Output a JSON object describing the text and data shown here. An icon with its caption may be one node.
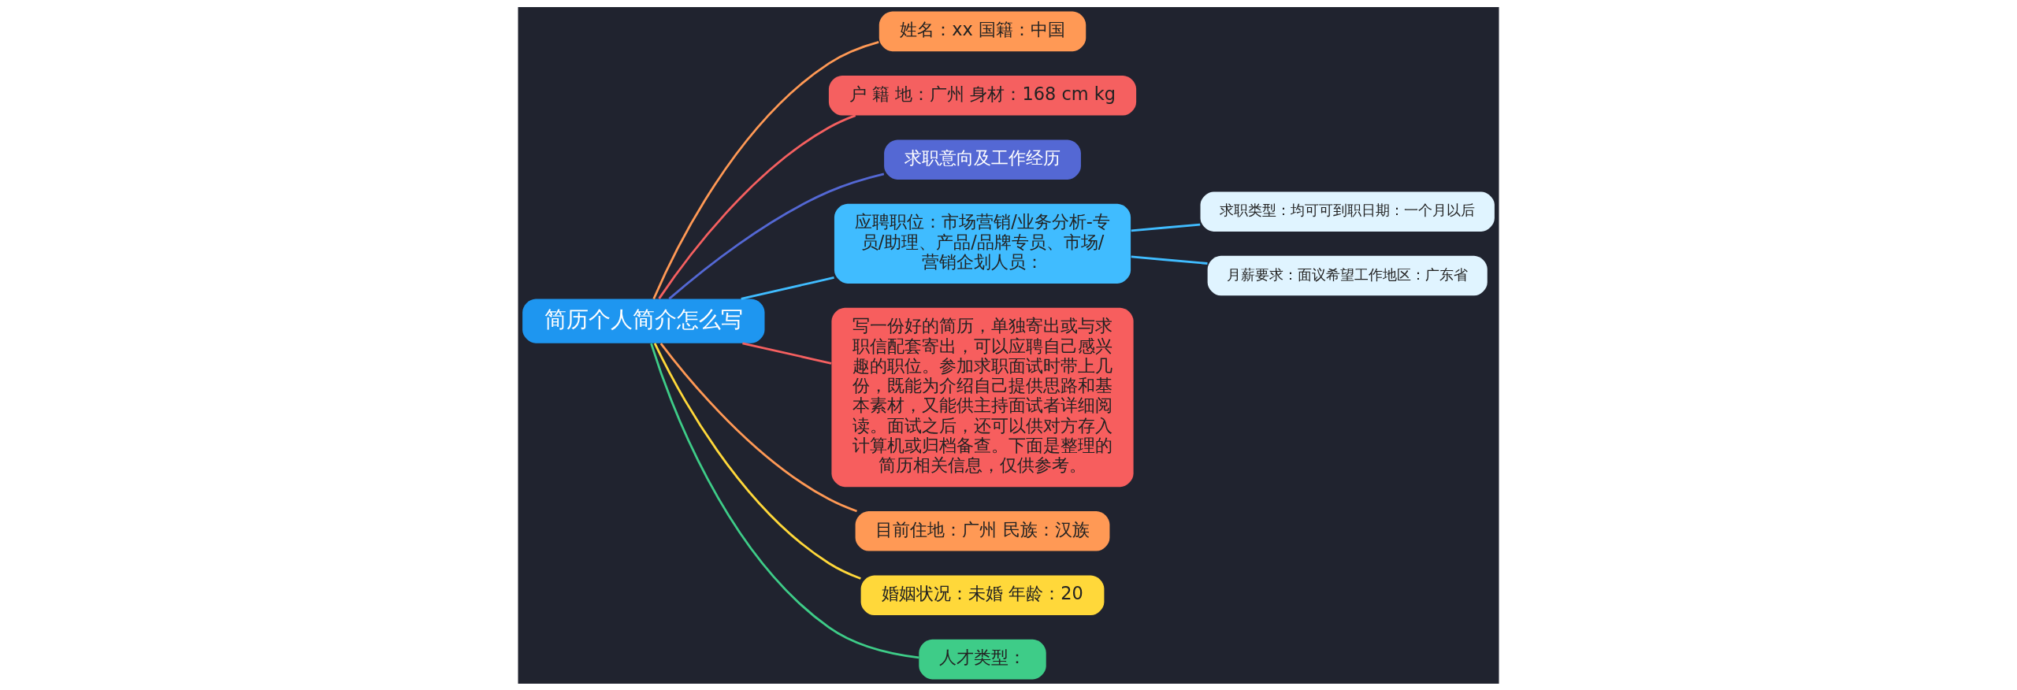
{
  "diagram": {
    "nodes": [
      {
        "text": [
          "简历个人简介怎么写"
        ]
      },
      {
        "text": [
          "姓名：xx 国籍：中国"
        ]
      },
      {
        "text": [
          "户 籍 地：广州 身材：168 cm kg"
        ]
      },
      {
        "text": [
          "求职意向及工作经历"
        ]
      },
      {
        "text": [
          "应聘职位：市场营销/业务分析-专员/助理、产品/品牌专员、市场/营销企划人员："
        ]
      },
      {
        "text": [
          "求职类型：均可可到职日期：一个月以后"
        ]
      },
      {
        "text": [
          "月薪要求：面议希望工作地区：广东省"
        ]
      },
      {
        "text": [
          "写一份好的简历，单独寄出或与求职信配套寄出，可以应聘自己感兴趣的职位。参加求职面试时带上几份，既能为介绍自己提供思路和基本素材，又能供主持面试者详细阅读。面试之后，还可以供对方存入计算机或归档备查。下面是整理的简历相关信息，仅供参考。"
        ]
      },
      {
        "text": [
          "目前住地：广州 民族：汉族"
        ]
      },
      {
        "text": [
          "婚姻状况：未婚 年龄：20"
        ]
      },
      {
        "text": [
          "人才类型："
        ]
      }
    ],
    "edges": [
      {
        "from": 0,
        "to": 1,
        "arrow": "none",
        "color": "#ff9955"
      },
      {
        "from": 0,
        "to": 2,
        "arrow": "none",
        "color": "#f56060"
      },
      {
        "from": 0,
        "to": 3,
        "arrow": "none",
        "color": "#5468d4"
      },
      {
        "from": 0,
        "to": 4,
        "arrow": "none",
        "color": "#40bcff"
      },
      {
        "from": 4,
        "to": 5,
        "arrow": "none",
        "color": "#40bcff"
      },
      {
        "from": 4,
        "to": 6,
        "arrow": "none",
        "color": "#40bcff"
      },
      {
        "from": 0,
        "to": 7,
        "arrow": "none",
        "color": "#f56060"
      },
      {
        "from": 0,
        "to": 8,
        "arrow": "none",
        "color": "#ff9955"
      },
      {
        "from": 0,
        "to": 9,
        "arrow": "none",
        "color": "#ffd83a"
      },
      {
        "from": 0,
        "to": 10,
        "arrow": "none",
        "color": "#3ecc88"
      }
    ]
  }
}
